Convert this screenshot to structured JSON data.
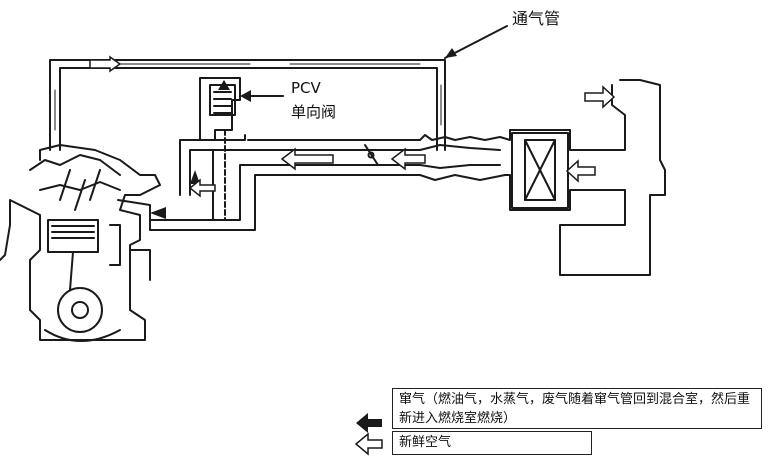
{
  "labels": {
    "breather_hose": "通气管",
    "pcv": "PCV",
    "check_valve": "单向阀"
  },
  "legend": {
    "blowby": "窜气（燃油气，水蒸气，废气随着窜气管回到混合室，然后重新进入燃烧室燃烧）",
    "fresh_air": "新鲜空气"
  },
  "colors": {
    "line": "#1a1a1a",
    "background": "#ffffff"
  }
}
